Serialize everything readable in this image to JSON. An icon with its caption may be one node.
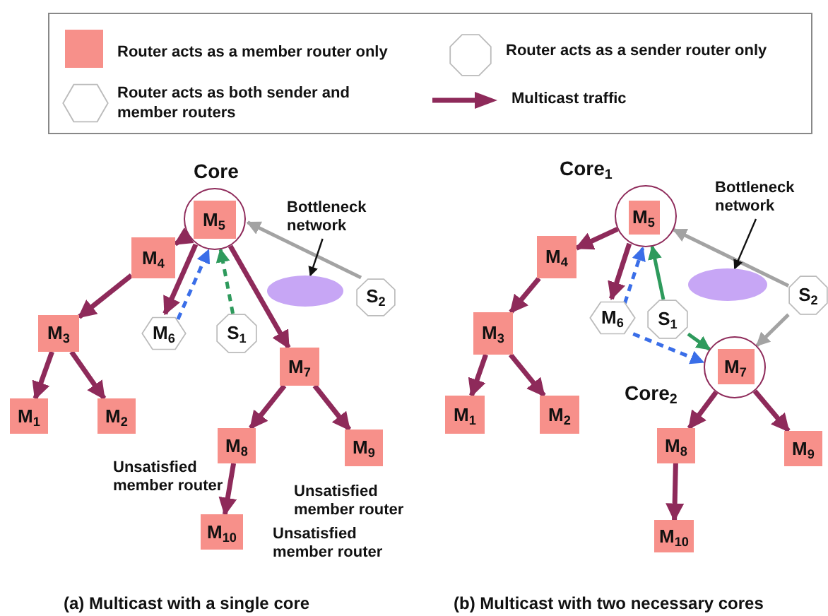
{
  "diagram": {
    "nodes": [
      {
        "text": [
          "Core"
        ]
      },
      {
        "text": [
          "M$_{5}$"
        ],
        "in": 0
      },
      {
        "text": [
          "Bottleneck network"
        ]
      },
      {
        "text": [
          "M$_{4}$"
        ]
      },
      {
        "text": [],
        "shape": "ellipse"
      },
      {
        "text": [
          "S$_{2}$"
        ]
      },
      {
        "text": [
          "M$_{6}$"
        ]
      },
      {
        "text": [
          "S$_{1}$"
        ]
      },
      {
        "text": [
          "M$_{3}$"
        ]
      },
      {
        "text": [
          "M$_{7}$"
        ]
      },
      {
        "text": [
          "M$_{1}$"
        ]
      },
      {
        "text": [
          "M$_{2}$"
        ]
      },
      {
        "text": [
          "M$_{8}$"
        ],
        "beside": [
          "Unsatisfied member router"
        ]
      },
      {
        "text": [
          "M$_{9}$"
        ],
        "beside": [
          "Unsatisfied member router"
        ]
      },
      {
        "text": [
          "M$_{10}$"
        ],
        "beside": [
          "Unsatisfied member router"
        ]
      },
      {
        "text": [
          "Core$_{1}$"
        ]
      },
      {
        "text": [
          "M$_{5}$"
        ],
        "in": 15
      },
      {
        "text": [
          "Bottleneck network"
        ]
      },
      {
        "text": [
          "M$_{4}$"
        ]
      },
      {
        "text": [],
        "shape": "ellipse"
      },
      {
        "text": [
          "S$_{2}$"
        ]
      },
      {
        "text": [
          "M$_{6}$"
        ]
      },
      {
        "text": [
          "S$_{1}$"
        ]
      },
      {
        "text": [
          "M$_{3}$"
        ]
      },
      {
        "text": [
          "Core$_{2}$"
        ]
      },
      {
        "text": [
          "M$_{7}$"
        ],
        "in": 24
      },
      {
        "text": [
          "M$_{1}$"
        ]
      },
      {
        "text": [
          "M$_{2}$"
        ]
      },
      {
        "text": [
          "M$_{8}$"
        ]
      },
      {
        "text": [
          "M$_{9}$"
        ]
      },
      {
        "text": [
          "M$_{10}$"
        ]
      }
    ],
    "edges": [
      {
        "from": 0,
        "to": 3,
        "arrow": "to"
      },
      {
        "from": 3,
        "to": 8,
        "arrow": "to"
      },
      {
        "from": 8,
        "to": 10,
        "arrow": "to"
      },
      {
        "from": 8,
        "to": 11,
        "arrow": "to"
      },
      {
        "from": 0,
        "to": 6,
        "arrow": "to"
      },
      {
        "from": 6,
        "to": 0,
        "arrow": "to",
        "style": "dashed",
        "color": "#3a6ee8"
      },
      {
        "from": 7,
        "to": 0,
        "arrow": "to",
        "style": "dashed",
        "color": "#2e9a5c"
      },
      {
        "from": 5,
        "to": 0,
        "arrow": "to",
        "color": "#a3a3a3"
      },
      {
        "from": 0,
        "to": 9,
        "arrow": "to"
      },
      {
        "from": 9,
        "to": 12,
        "arrow": "to"
      },
      {
        "from": 9,
        "to": 13,
        "arrow": "to"
      },
      {
        "from": 12,
        "to": 14,
        "arrow": "to"
      },
      {
        "from": 2,
        "to": 4,
        "arrow": "to",
        "color": "#111111"
      },
      {
        "from": 15,
        "to": 18,
        "arrow": "to"
      },
      {
        "from": 18,
        "to": 23,
        "arrow": "to"
      },
      {
        "from": 23,
        "to": 26,
        "arrow": "to"
      },
      {
        "from": 23,
        "to": 27,
        "arrow": "to"
      },
      {
        "from": 15,
        "to": 21,
        "arrow": "to"
      },
      {
        "from": 21,
        "to": 15,
        "arrow": "to",
        "style": "dashed",
        "color": "#3a6ee8"
      },
      {
        "from": 22,
        "to": 15,
        "arrow": "to",
        "color": "#2e9a5c"
      },
      {
        "from": 20,
        "to": 15,
        "arrow": "to",
        "color": "#a3a3a3"
      },
      {
        "from": 21,
        "to": 24,
        "arrow": "to",
        "style": "dashed",
        "color": "#3a6ee8"
      },
      {
        "from": 22,
        "to": 24,
        "arrow": "to",
        "color": "#2e9a5c"
      },
      {
        "from": 20,
        "to": 24,
        "arrow": "to",
        "color": "#a3a3a3"
      },
      {
        "from": 24,
        "to": 28,
        "arrow": "to"
      },
      {
        "from": 24,
        "to": 29,
        "arrow": "to"
      },
      {
        "from": 28,
        "to": 30,
        "arrow": "to"
      },
      {
        "from": 17,
        "to": 19,
        "arrow": "to",
        "color": "#111111"
      }
    ],
    "labels": [
      "(a) Multicast with a single core",
      "(b) Multicast with two necessary cores"
    ],
    "legend": [
      {
        "text": "Router acts as a member router only",
        "color": "#f7908a"
      },
      {
        "text": "Router acts as a sender router only"
      },
      {
        "text": "Router acts as both sender and member routers"
      },
      {
        "text": "Multicast traffic"
      }
    ]
  }
}
